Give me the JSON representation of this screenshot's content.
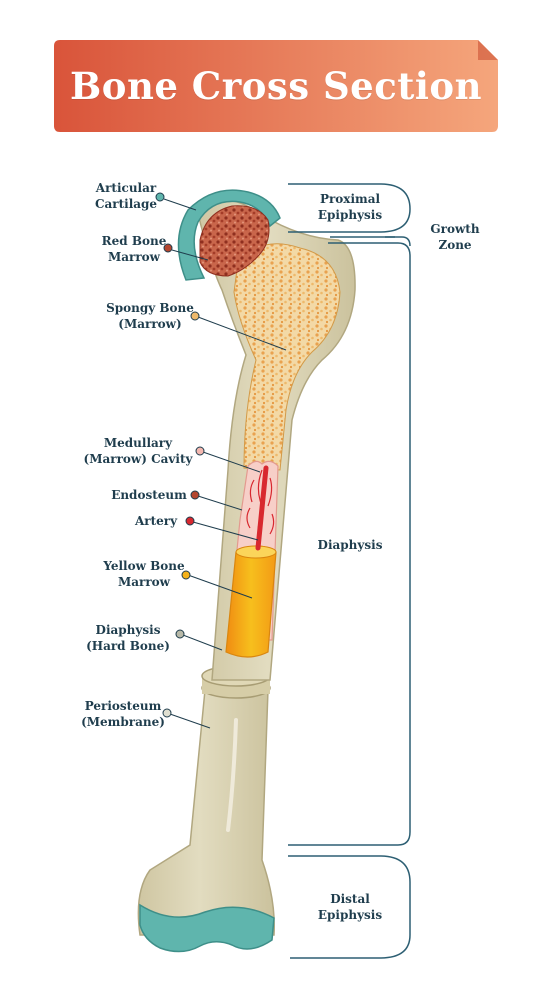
{
  "title": "Bone Cross Section",
  "colors": {
    "banner_start": "#d9543a",
    "banner_end": "#f5a67c",
    "label_text": "#1f3d4d",
    "bracket": "#2d5f73",
    "bone_shaft": "#ddd6b8",
    "spongy_bone": "#eeb96b",
    "red_marrow": "#b4462f",
    "cartilage": "#5fb5ad",
    "yellow_marrow": "#f5b21a",
    "artery": "#d8282f"
  },
  "labels": [
    {
      "id": "articular-cartilage",
      "text": "Articular\nCartilage",
      "dot_color": "#5fb5ad"
    },
    {
      "id": "red-bone-marrow",
      "text": "Red Bone\nMarrow",
      "dot_color": "#b4462f"
    },
    {
      "id": "spongy-bone",
      "text": "Spongy Bone\n(Marrow)",
      "dot_color": "#eeb96b"
    },
    {
      "id": "medullary-cavity",
      "text": "Medullary\n(Marrow) Cavity",
      "dot_color": "#f4b8b0"
    },
    {
      "id": "endosteum",
      "text": "Endosteum",
      "dot_color": "#b4462f"
    },
    {
      "id": "artery",
      "text": "Artery",
      "dot_color": "#d8282f"
    },
    {
      "id": "yellow-bone-marrow",
      "text": "Yellow Bone\nMarrow",
      "dot_color": "#f5b21a"
    },
    {
      "id": "diaphysis-hard-bone",
      "text": "Diaphysis\n(Hard Bone)",
      "dot_color": "#b8b9a8"
    },
    {
      "id": "periosteum",
      "text": "Periosteum\n(Membrane)",
      "dot_color": "#e0dfd0"
    }
  ],
  "regions": {
    "proximal_epiphysis": "Proximal\nEpiphysis",
    "growth_zone": "Growth\nZone",
    "diaphysis": "Diaphysis",
    "distal_epiphysis": "Distal\nEpiphysis"
  }
}
